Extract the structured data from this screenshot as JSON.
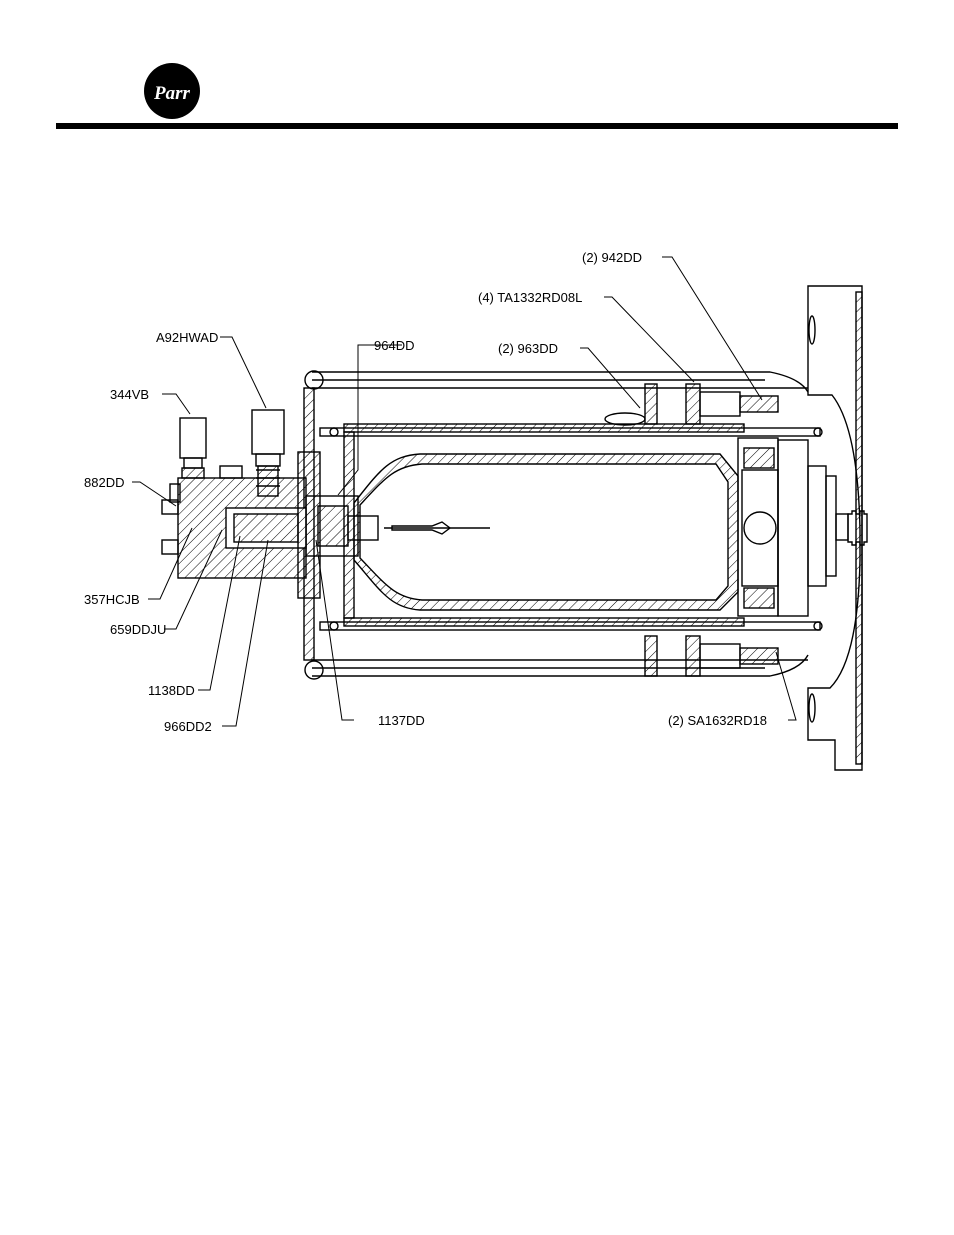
{
  "header": {
    "logo_text": "Parr"
  },
  "diagram": {
    "labels": [
      {
        "id": "942dd",
        "text": "(2)  942DD"
      },
      {
        "id": "ta1332",
        "text": "(4)  TA1332RD08L"
      },
      {
        "id": "963dd",
        "text": "(2)  963DD"
      },
      {
        "id": "964dd",
        "text": "964DD"
      },
      {
        "id": "a92hwad",
        "text": "A92HWAD"
      },
      {
        "id": "344vb",
        "text": "344VB"
      },
      {
        "id": "882dd",
        "text": "882DD"
      },
      {
        "id": "357hcjb",
        "text": "357HCJB"
      },
      {
        "id": "659ddju",
        "text": "659DDJU"
      },
      {
        "id": "1138dd",
        "text": "1138DD"
      },
      {
        "id": "966dd2",
        "text": "966DD2"
      },
      {
        "id": "1137dd",
        "text": "1137DD"
      },
      {
        "id": "sa1632",
        "text": "(2)  SA1632RD18"
      }
    ]
  }
}
